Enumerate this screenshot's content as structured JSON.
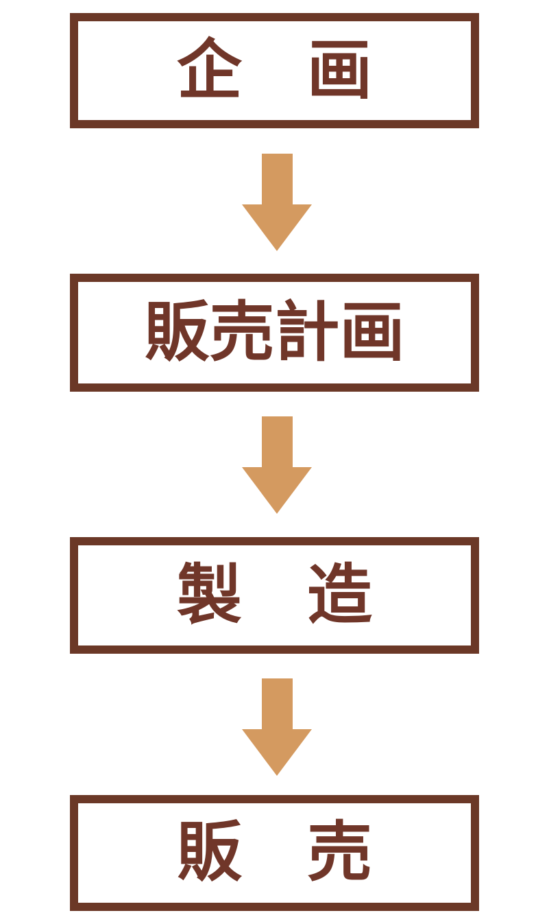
{
  "colors": {
    "background": "#ffffff",
    "box_border": "#6b3827",
    "text": "#703629",
    "arrow": "#d49a60"
  },
  "flow": {
    "steps": [
      {
        "label": "企　画"
      },
      {
        "label": "販売計画"
      },
      {
        "label": "製　造"
      },
      {
        "label": "販　売"
      }
    ]
  }
}
